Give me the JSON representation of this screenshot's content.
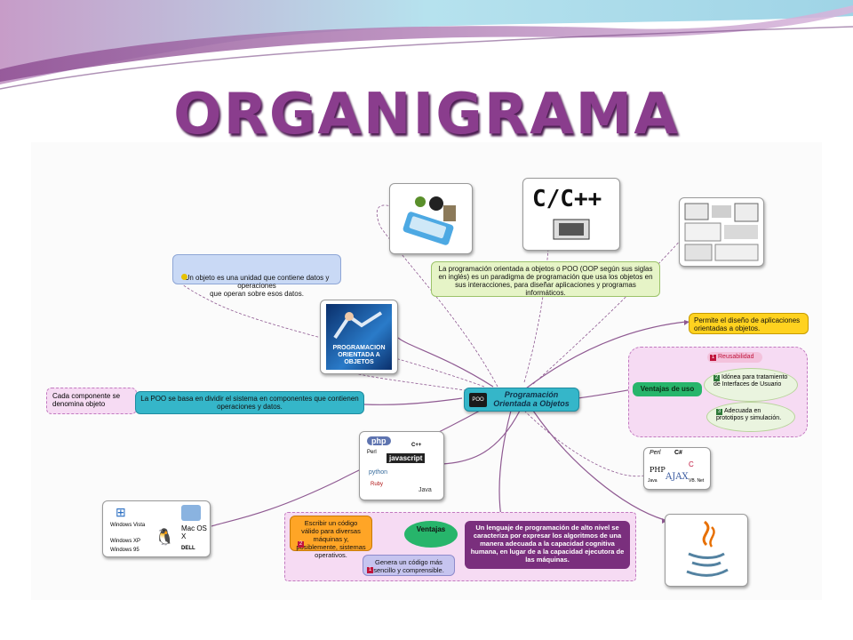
{
  "title": "ORGANIGRAMA",
  "central": {
    "label": "Programación Orientada a Objetos",
    "icon": "poo-logo-icon"
  },
  "nodes": {
    "objeto_def": "Un objeto es una unidad que contiene datos y operaciones\nque operan sobre esos datos.",
    "poo_def": "La programación orientada a objetos o POO (OOP según sus siglas en inglés) es un paradigma de programación que usa los objetos en sus interacciones, para diseñar aplicaciones y programas informáticos.",
    "disenio": "Permite el diseño de aplicaciones orientadas a objetos.",
    "ventajas_uso": "Ventajas de uso",
    "reusabilidad": "Reusabilidad",
    "idonea": "Idónea para tratamiento de Interfaces de Usuario",
    "adecuada": "Adecuada en prototipos y simulación.",
    "componente": "Cada componente se denomina objeto",
    "sistema": "La POO se basa en dividir el sistema en componentes que contienen operaciones y datos.",
    "escribir": "Escribir un código válido para diversas máquinas y, posiblemente, sistemas operativos.",
    "ventajas": "Ventajas",
    "genera": "Genera un código más sencillo y comprensible.",
    "alto_nivel": "Un lenguaje de programación de alto nivel se caracteriza por expresar los algoritmos de una manera adecuada a la capacidad cognitiva humana, en lugar de a la capacidad ejecutora de las máquinas."
  },
  "markers": {
    "reusabilidad": "1",
    "idonea": "2",
    "adecuada": "3",
    "escribir": "2",
    "genera": "1"
  },
  "thumbs": {
    "poo_book": [
      "PROGRAMACION",
      "ORIENTADA A",
      "OBJETOS"
    ],
    "cpp": "C/C++",
    "langs": [
      "php",
      "javascript",
      "Perl",
      "python",
      "Ruby",
      "C++",
      "Java"
    ],
    "os": [
      "Windows Vista",
      "Mac OS X",
      "Windows XP",
      "Windows 95",
      "DELL"
    ],
    "cloud": [
      "Perl",
      "C#",
      "C",
      "PHP",
      "AJAX",
      "Java",
      "VB. Net"
    ]
  },
  "colors": {
    "title": "#8a3d8d",
    "central": "#35b6c9",
    "blue_box": "#c9d9f5",
    "green_box": "#e6f4c7",
    "yellow_box": "#ffd21f",
    "purple_box": "#7a2f7d",
    "link": "#8f5a92"
  }
}
